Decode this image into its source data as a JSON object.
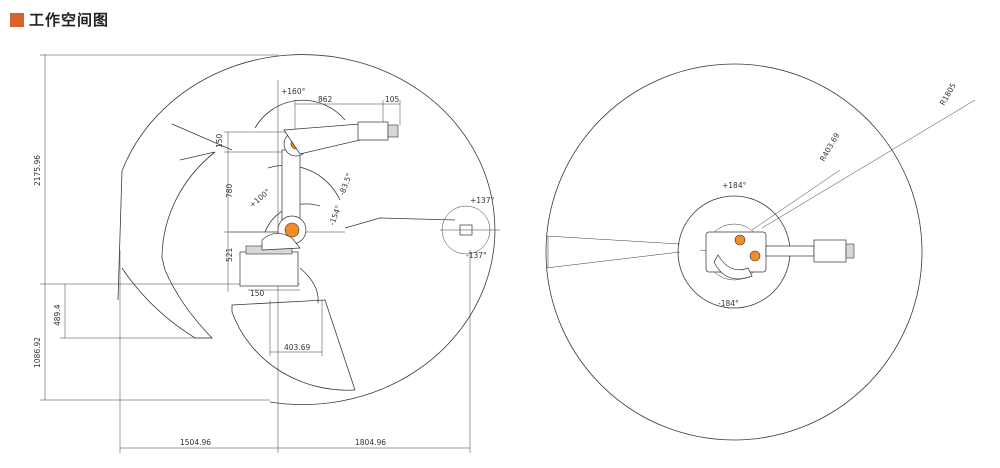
{
  "header": {
    "title": "工作空间图",
    "accent_color": "#d9622b"
  },
  "side_view": {
    "labels": {
      "height_total": "2175.96",
      "base_offset": "489.4",
      "lower_reach": "1086.92",
      "upper_arm": "862",
      "wrist": "105",
      "elbow_offset": "150",
      "lower_arm": "780",
      "base_height": "521",
      "shoulder_offset": "150",
      "inner_radius": "403.69",
      "reach_back": "1504.96",
      "reach_front": "1804.96",
      "j3_plus": "+160°",
      "j3_minus": "-83.5°",
      "j2_plus": "+100°",
      "j2_minus": "-154°",
      "j5_plus": "+137°",
      "j5_minus": "-137°"
    }
  },
  "top_view": {
    "labels": {
      "outer_radius": "R1805",
      "inner_radius": "R403.69",
      "j1_plus": "+184°",
      "j1_minus": "-184°"
    }
  },
  "colors": {
    "line": "#3a3a3a",
    "robot_accent": "#f28c28"
  }
}
